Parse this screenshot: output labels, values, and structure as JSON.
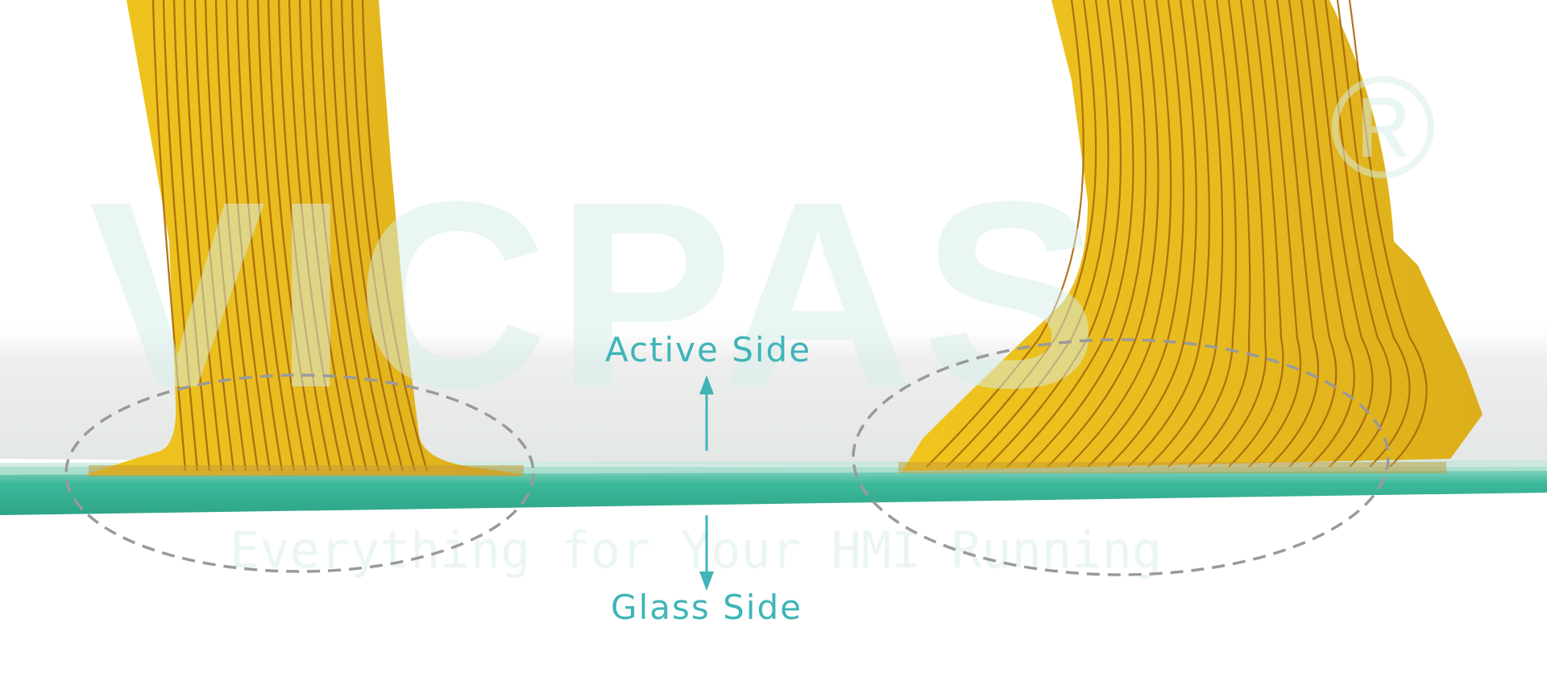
{
  "labels": {
    "active_side": "Active Side",
    "glass_side": "Glass Side"
  },
  "watermark": {
    "brand": "VICPAS",
    "registered": "®",
    "slogan": "Everything for Your HMI Running"
  },
  "colors": {
    "label_teal": "#3fb5b8",
    "glass_edge": "#3cb89a",
    "glass_top": "#e9ecea",
    "flex_cable": "#e8c01e",
    "flex_trace": "#b5730a",
    "dashed_outline": "#9a9a9a",
    "watermark_tint": "#e6f5f3"
  }
}
